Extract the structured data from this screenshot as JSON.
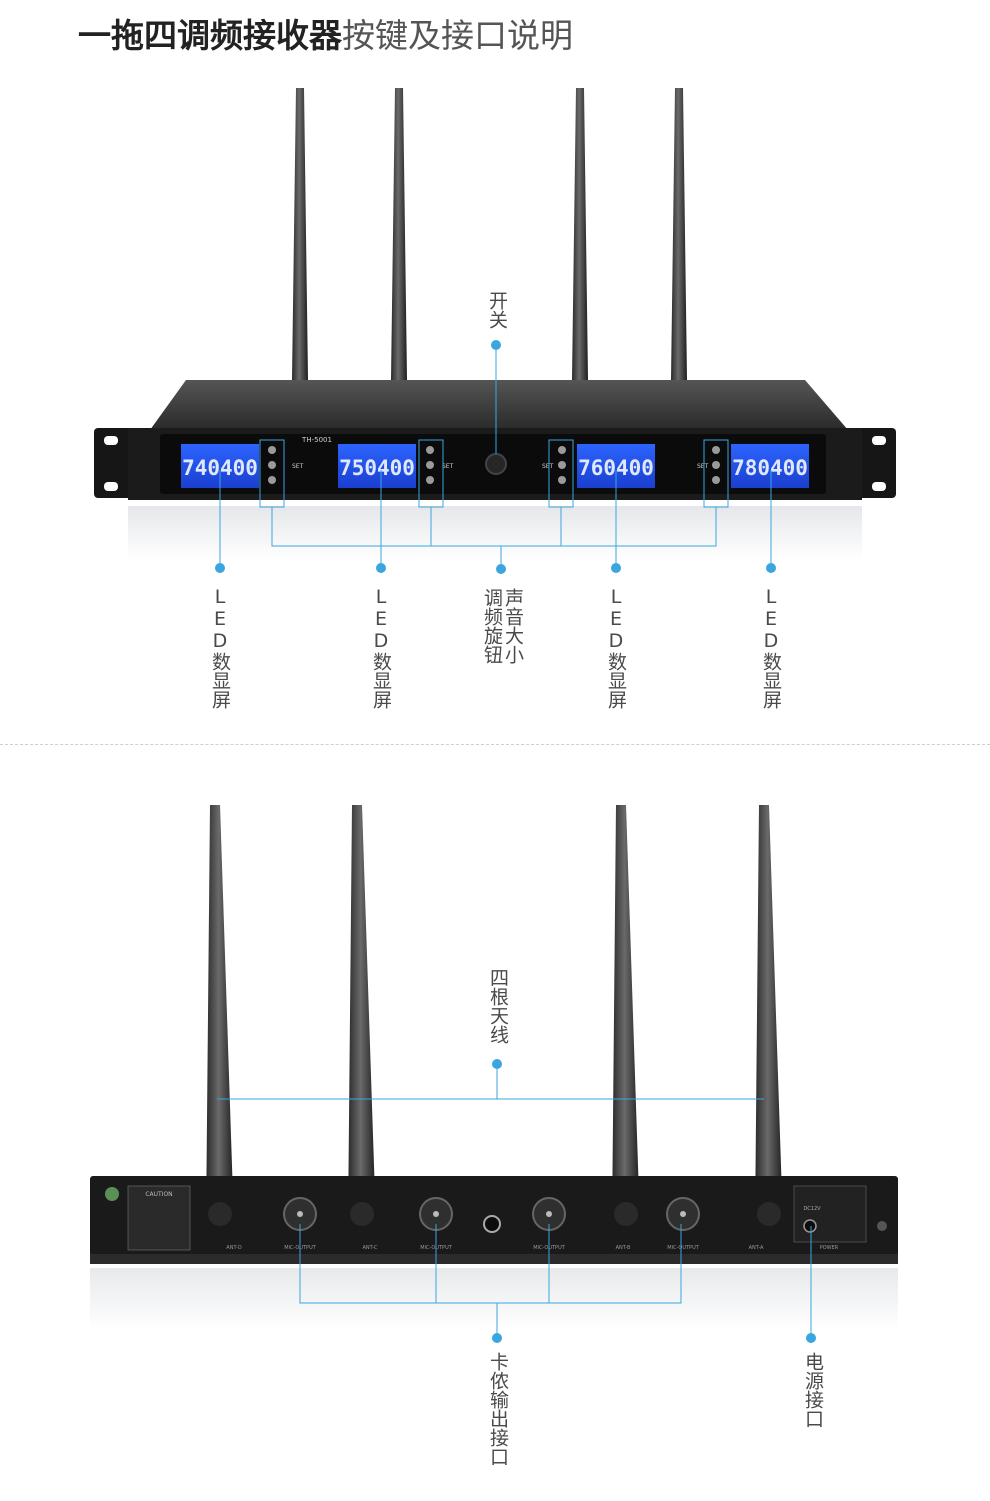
{
  "title": {
    "bold": "一拖四调频接收器",
    "light": "按键及接口说明"
  },
  "front": {
    "model": "TH-5001",
    "set_label": "SET",
    "displays": [
      "740400",
      "750400",
      "760400",
      "780400"
    ],
    "labels": {
      "switch": "开关",
      "led": "LED数显屏",
      "volume_col1": "声音大小",
      "volume_col2": "调频旋钮"
    }
  },
  "back": {
    "labels": {
      "antennas": "四根天线",
      "xlr": "卡侬输出接口",
      "power": "电源接口"
    },
    "caution": "CAUTION",
    "ant_labels": [
      "ANT-D",
      "ANT-C",
      "ANT-B",
      "ANT-A"
    ],
    "mic_output": "MIC-OUTPUT",
    "power_text": "POWER",
    "dc_text": "DC12V"
  },
  "colors": {
    "accent": "#3aa6e0",
    "lcd": "#1e4fe6",
    "chassis": "#1b1b1b"
  }
}
